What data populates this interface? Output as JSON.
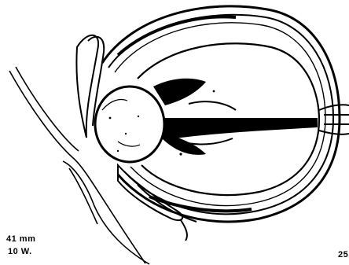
{
  "figure": {
    "size_label": "41 mm",
    "age_label": "10 W.",
    "page_number": "25",
    "ink_color": "#000000",
    "paper_color": "#ffffff"
  }
}
